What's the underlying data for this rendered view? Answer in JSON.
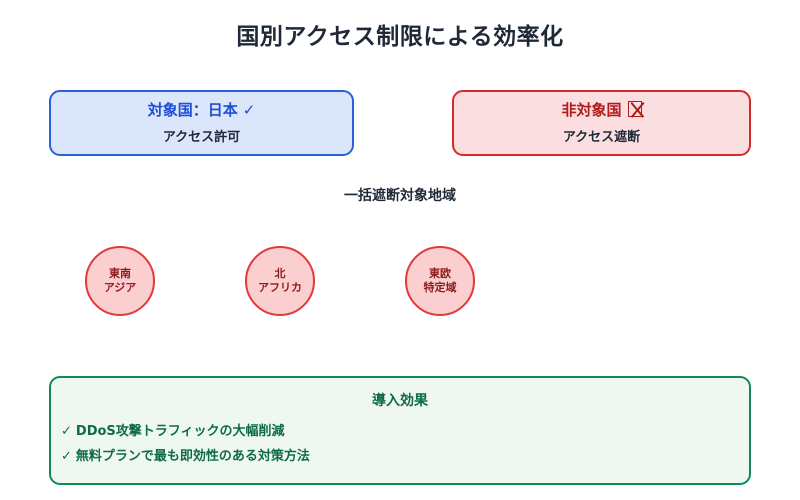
{
  "page": {
    "title": "国別アクセス制限による効率化"
  },
  "status_boxes": {
    "allow": {
      "heading": "対象国：日本",
      "mark": "✓",
      "mark_icon": "check-mark-icon",
      "subtitle": "アクセス許可",
      "fill_color": "#dbe6fb",
      "border_color": "#2563d9",
      "text_color": "#1d4ed8"
    },
    "block": {
      "heading": "非対象国",
      "mark": "⊠",
      "mark_icon": "crossed-box-icon",
      "subtitle": "アクセス遮断",
      "fill_color": "#fbdfe0",
      "border_color": "#d42a2a",
      "text_color": "#b01b1b"
    }
  },
  "regions": {
    "section_label": "一括遮断対象地域",
    "items": [
      {
        "line1": "東南",
        "line2": "アジア"
      },
      {
        "line1": "北",
        "line2": "アフリカ"
      },
      {
        "line1": "東欧",
        "line2": "特定域"
      }
    ],
    "fill_color": "#fbced0",
    "border_color": "#e03b3b",
    "text_color": "#8d1c1c"
  },
  "benefits": {
    "title": "導入効果",
    "check": "✓",
    "items": [
      "DDoS攻撃トラフィックの大幅削減",
      "無料プランで最も即効性のある対策方法"
    ],
    "fill_color": "#eef8f0",
    "border_color": "#0f8a56",
    "text_color": "#0f6b45"
  }
}
